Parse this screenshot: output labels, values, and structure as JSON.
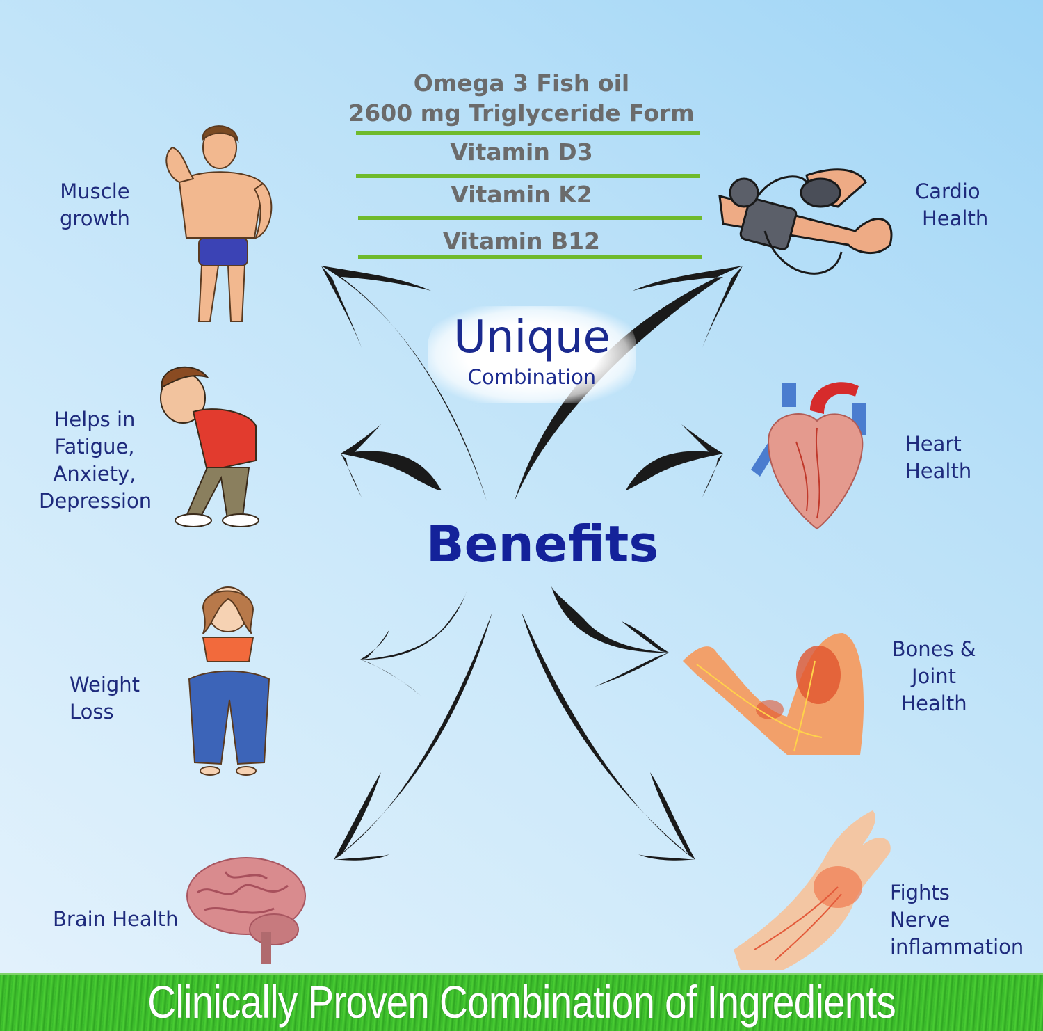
{
  "ingredients": {
    "headline_line1": "Omega 3 Fish oil",
    "headline_line2": "2600 mg Triglyceride Form",
    "items": [
      "Vitamin D3",
      "Vitamin K2",
      "Vitamin B12"
    ],
    "divider_color": "#6fba2c",
    "text_color": "#6b6b6b"
  },
  "center": {
    "unique": "Unique",
    "combination": "Combination",
    "benefits": "Benefits",
    "text_color": "#1b2a8f"
  },
  "benefits_left": [
    {
      "lines": [
        "Muscle",
        "growth"
      ],
      "icon": "bodybuilder-icon"
    },
    {
      "lines": [
        "Helps in",
        "Fatigue,",
        "Anxiety,",
        "Depression"
      ],
      "icon": "stressed-person-icon"
    },
    {
      "lines": [
        "Weight",
        "Loss"
      ],
      "icon": "weight-loss-icon"
    },
    {
      "lines": [
        "Brain Health"
      ],
      "icon": "brain-icon"
    }
  ],
  "benefits_right": [
    {
      "lines": [
        "Cardio",
        "Health"
      ],
      "icon": "blood-pressure-cuff-icon"
    },
    {
      "lines": [
        "Heart",
        "Health"
      ],
      "icon": "heart-icon"
    },
    {
      "lines": [
        "Bones &",
        "Joint",
        "Health"
      ],
      "icon": "arm-joint-icon"
    },
    {
      "lines": [
        "Fights",
        "Nerve",
        "inflammation"
      ],
      "icon": "hand-nerve-icon"
    }
  ],
  "footer": {
    "text": "Clinically Proven Combination of Ingredients",
    "background_color": "#3dbb2c"
  }
}
